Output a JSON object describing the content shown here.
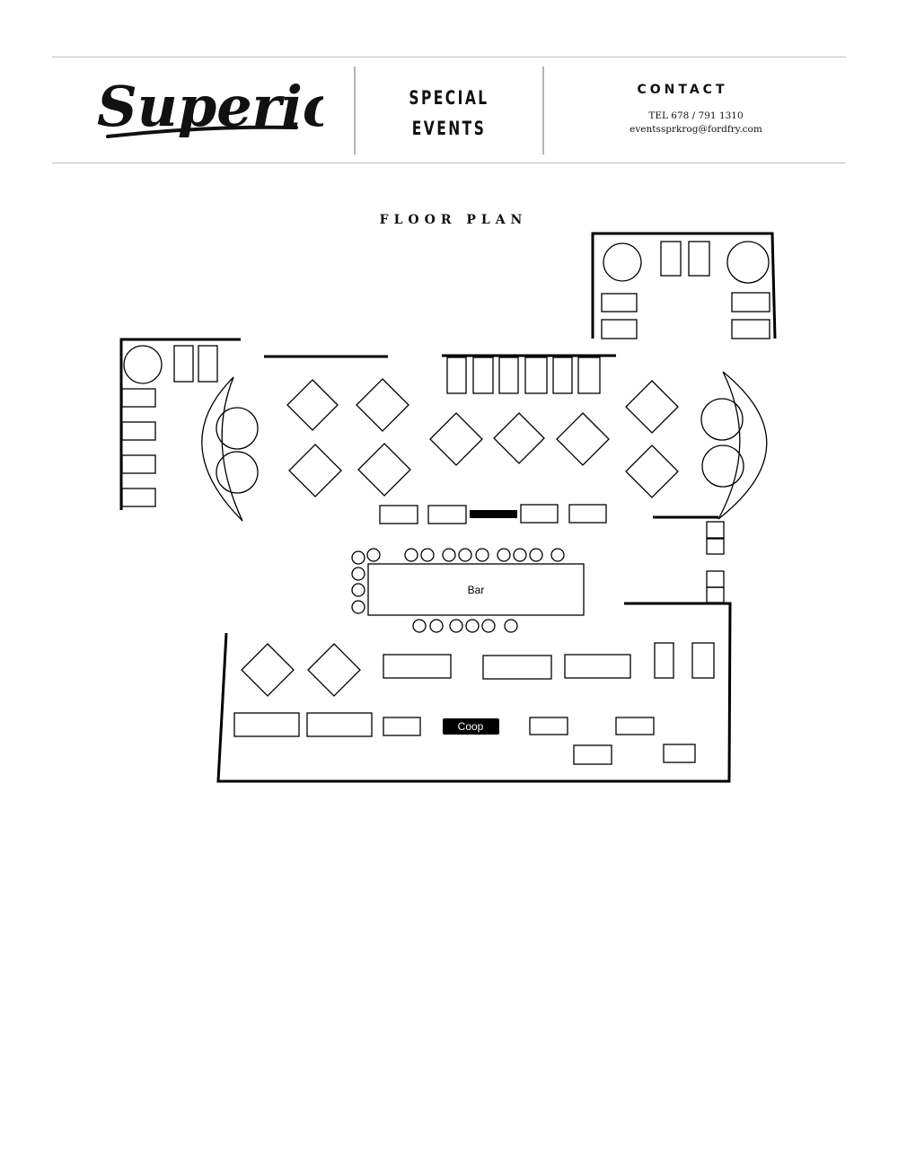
{
  "header": {
    "logo_text": "Superica",
    "special_events_line1": "SPECIAL",
    "special_events_line2": "EVENTS",
    "contact_title": "CONTACT",
    "tel": "TEL  678 / 791 1310",
    "email": "eventssprkrog@fordfry.com"
  },
  "floor_plan": {
    "title": "FLOOR PLAN",
    "bar_label": "Bar",
    "coop_label": "Coop"
  }
}
